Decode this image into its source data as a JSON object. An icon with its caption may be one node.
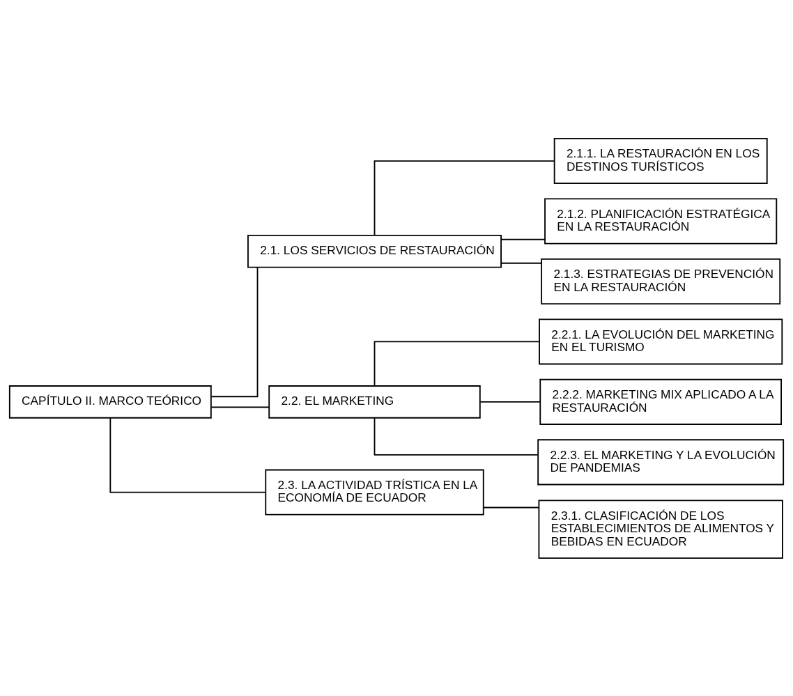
{
  "diagram": {
    "nodes": [
      {
        "text": [
          "CAPÍTULO II. MARCO TEÓRICO"
        ]
      },
      {
        "text": [
          "2.1. LOS SERVICIOS DE RESTAURACIÓN"
        ]
      },
      {
        "text": [
          "2.1.1. LA RESTAURACIÓN EN LOS DESTINOS TURÍSTICOS"
        ]
      },
      {
        "text": [
          "2.1.2. PLANIFICACIÓN ESTRATÉGICA EN LA RESTAURACIÓN"
        ]
      },
      {
        "text": [
          "2.1.3. ESTRATEGIAS DE PREVENCIÓN EN LA RESTAURACIÓN"
        ]
      },
      {
        "text": [
          "2.2. EL MARKETING"
        ]
      },
      {
        "text": [
          "2.2.1. LA EVOLUCIÓN DEL MARKETING EN EL TURISMO"
        ]
      },
      {
        "text": [
          "2.2.2. MARKETING MIX APLICADO A LA RESTAURACIÓN"
        ]
      },
      {
        "text": [
          "2.2.3. EL MARKETING Y LA EVOLUCIÓN DE PANDEMIAS"
        ]
      },
      {
        "text": [
          "2.3. LA ACTIVIDAD TRÍSTICA EN LA ECONOMÍA DE ECUADOR"
        ]
      },
      {
        "text": [
          "2.3.1. CLASIFICACIÓN DE LOS ESTABLECIMIENTOS DE ALIMENTOS Y BEBIDAS EN ECUADOR"
        ]
      }
    ],
    "edges": [
      {
        "from": 0,
        "to": 1,
        "arrow": "none"
      },
      {
        "from": 0,
        "to": 5,
        "arrow": "none"
      },
      {
        "from": 0,
        "to": 9,
        "arrow": "none"
      },
      {
        "from": 1,
        "to": 2,
        "arrow": "none"
      },
      {
        "from": 1,
        "to": 3,
        "arrow": "none"
      },
      {
        "from": 1,
        "to": 4,
        "arrow": "none"
      },
      {
        "from": 5,
        "to": 6,
        "arrow": "none"
      },
      {
        "from": 5,
        "to": 7,
        "arrow": "none"
      },
      {
        "from": 5,
        "to": 8,
        "arrow": "none"
      },
      {
        "from": 9,
        "to": 10,
        "arrow": "none"
      }
    ]
  }
}
